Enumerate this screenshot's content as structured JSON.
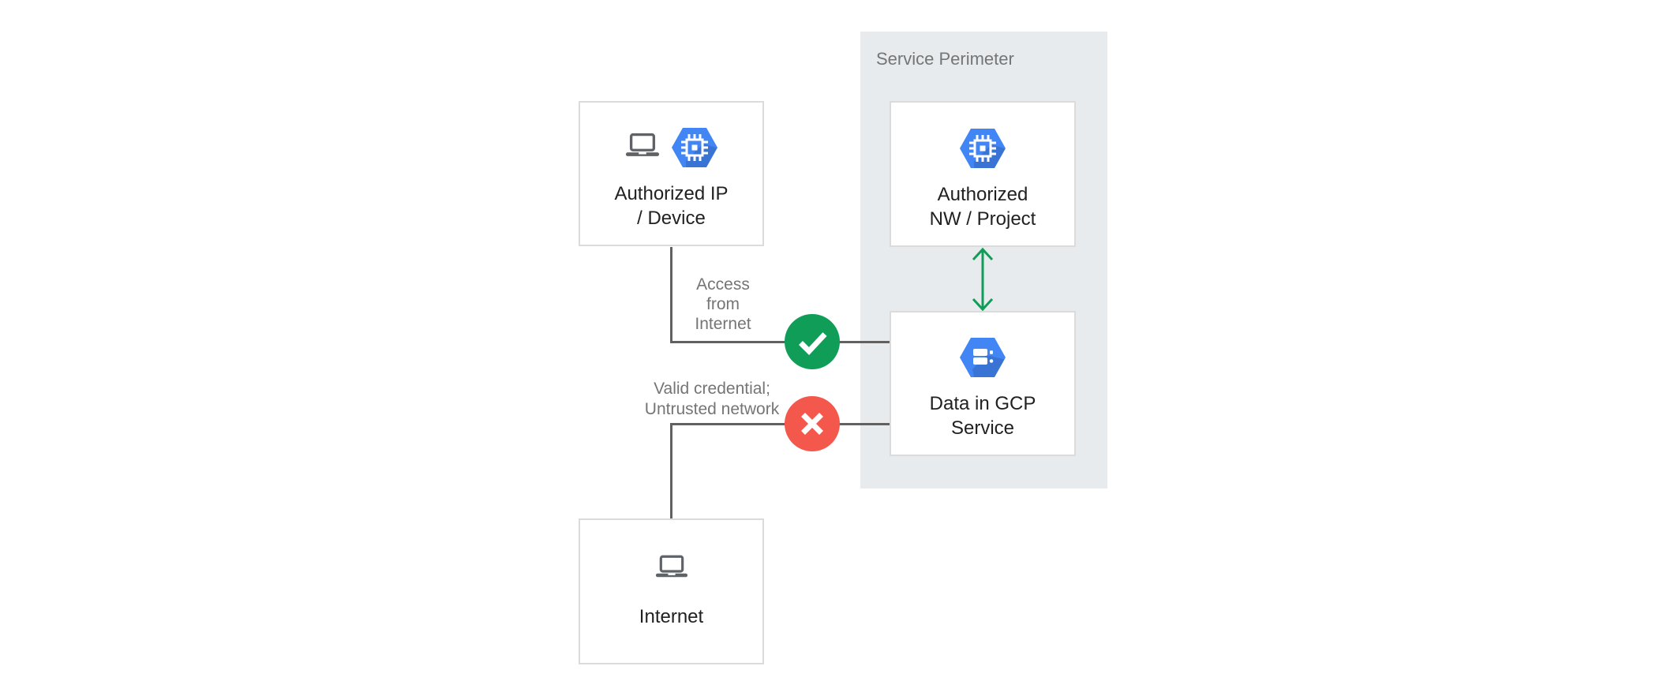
{
  "perimeter": {
    "label": "Service Perimeter"
  },
  "nodes": {
    "authorized_ip": {
      "line1": "Authorized IP",
      "line2": "/ Device",
      "icons": [
        "laptop-icon",
        "compute-engine-hexagon-icon"
      ]
    },
    "authorized_nw": {
      "line1": "Authorized",
      "line2": "NW / Project",
      "icons": [
        "compute-engine-hexagon-icon"
      ]
    },
    "gcp_data": {
      "line1": "Data in GCP",
      "line2": "Service",
      "icons": [
        "storage-hexagon-icon"
      ]
    },
    "internet": {
      "line1": "Internet",
      "icons": [
        "laptop-icon"
      ]
    }
  },
  "connectors": {
    "access": {
      "label_lines": [
        "Access",
        "from",
        "Internet"
      ],
      "status": "allowed",
      "status_icon": "check-icon"
    },
    "credential": {
      "label_lines": [
        "Valid credential;",
        "Untrusted network"
      ],
      "status": "denied",
      "status_icon": "x-icon"
    },
    "perimeter_link": {
      "style": "double-headed-arrow"
    }
  },
  "colors": {
    "google_blue": "#4285F4",
    "success_green": "#0F9D58",
    "error_red": "#F4574C",
    "perimeter_bg": "#E8EBEE",
    "line_gray": "#616161",
    "label_gray": "#757575",
    "title_dark": "#212121",
    "box_border": "#DBDBDB",
    "device_gray": "#5F6368",
    "white": "#ffffff"
  }
}
